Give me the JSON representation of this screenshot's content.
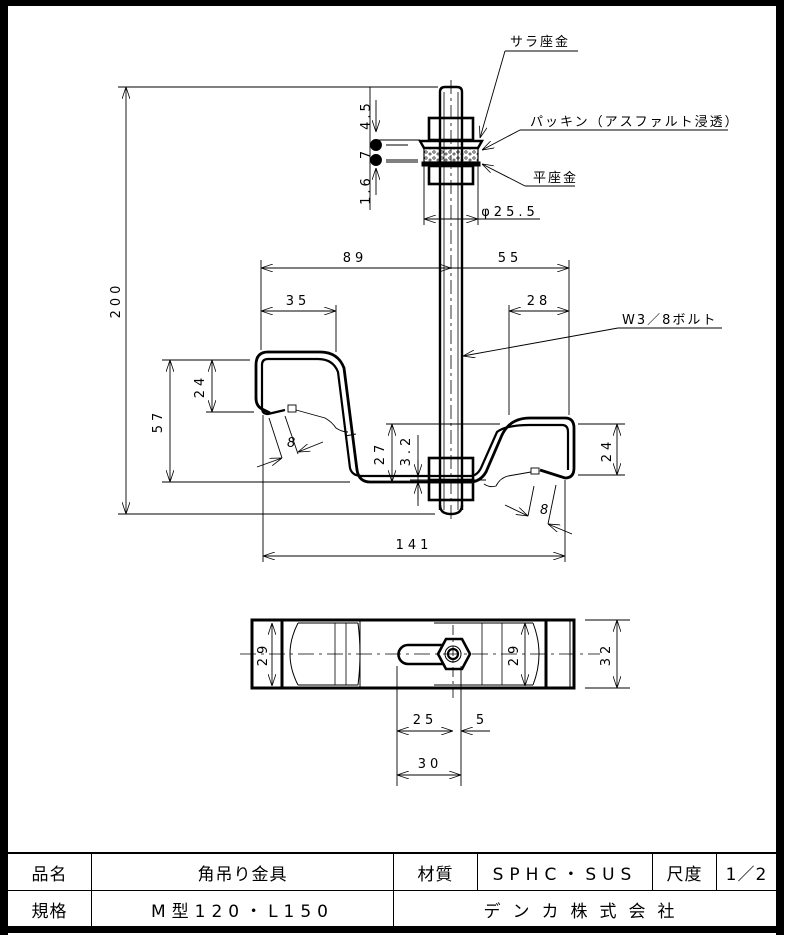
{
  "document": {
    "type": "engineering-drawing",
    "subject": "角吊り金具 assembly drawing"
  },
  "callouts": {
    "sara_zagane": "サラ座金",
    "packing": "パッキン（アスファルト浸透）",
    "hira_zagane": "平座金",
    "bolt": "W3／8ボルト"
  },
  "dimensions": {
    "overall_height": "200",
    "left_span": "89",
    "right_span": "55",
    "left_hook_width": "35",
    "right_hook_width": "28",
    "left_hook_height": "24",
    "left_total_height": "57",
    "right_hook_height": "24",
    "left_opening": "8",
    "right_opening": "8",
    "base_offset": "27",
    "plate_thickness": "3.2",
    "overall_width": "141",
    "washer_diameter": "φ25.5",
    "top_gap": "4.5",
    "packing_thickness": "7",
    "washer_thickness": "1.6",
    "plan_left_width": "29",
    "plan_right_width": "29",
    "plan_total_width": "32",
    "slot_length": "25",
    "slot_offset": "5",
    "slot_total": "30"
  },
  "title_block": {
    "row1": {
      "name_label": "品名",
      "name_value": "角吊り金具",
      "material_label": "材質",
      "material_value": "SPHC・SUS",
      "scale_label": "尺度",
      "scale_value": "1／2"
    },
    "row2": {
      "spec_label": "規格",
      "spec_value": "M型120・L150",
      "company": "デンカ株式会社"
    }
  }
}
